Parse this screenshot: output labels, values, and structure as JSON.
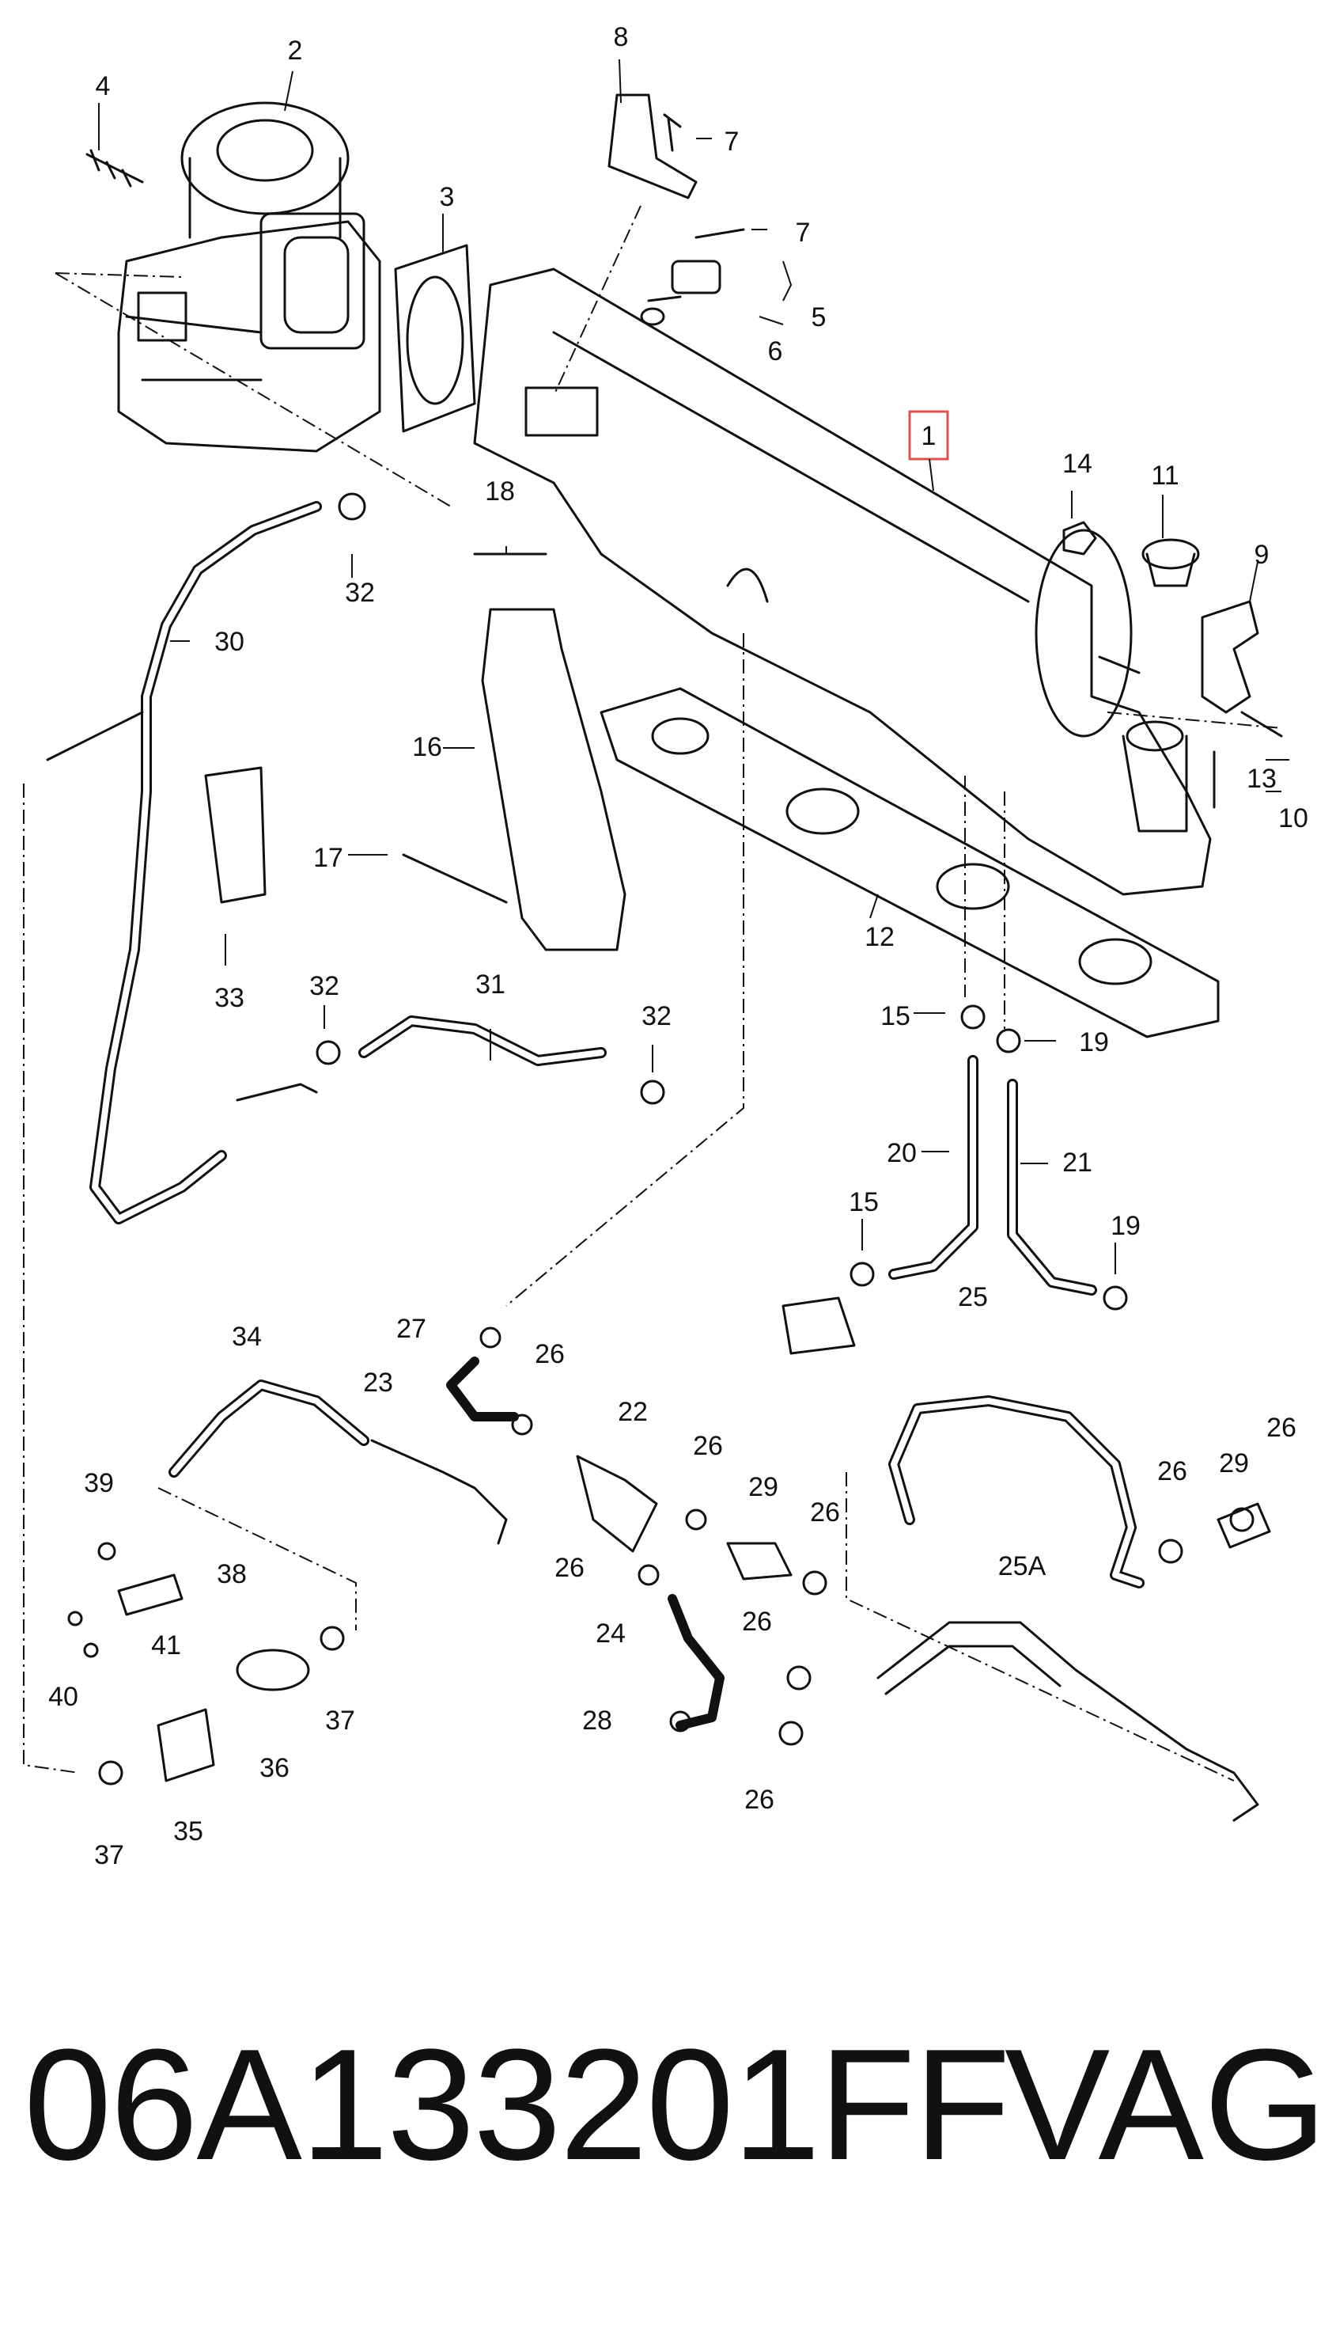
{
  "diagram": {
    "highlighted_part": "1",
    "callouts": [
      "1",
      "2",
      "3",
      "4",
      "5",
      "6",
      "7",
      "7",
      "8",
      "9",
      "10",
      "11",
      "12",
      "13",
      "14",
      "15",
      "15",
      "16",
      "17",
      "18",
      "19",
      "19",
      "20",
      "21",
      "22",
      "23",
      "24",
      "25",
      "25A",
      "26",
      "26",
      "26",
      "26",
      "26",
      "26",
      "26",
      "26",
      "27",
      "28",
      "29",
      "29",
      "30",
      "31",
      "32",
      "32",
      "32",
      "33",
      "34",
      "35",
      "36",
      "37",
      "37",
      "38",
      "39",
      "40",
      "41"
    ]
  },
  "footer": {
    "part_number": "06A133201FF",
    "brand": "VAG"
  },
  "colors": {
    "line": "#111111",
    "highlight": "#d9534f"
  }
}
